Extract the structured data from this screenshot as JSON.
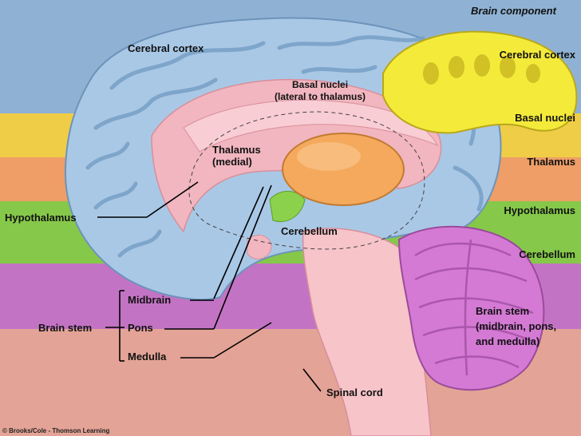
{
  "legend": {
    "title": "Brain component",
    "items": [
      {
        "label": "Cerebral cortex",
        "color": "#8fb2d4"
      },
      {
        "label": "Basal nuclei",
        "color": "#f0cd47"
      },
      {
        "label": "Thalamus",
        "color": "#ee9e66"
      },
      {
        "label": "Hypothalamus",
        "color": "#86c84a"
      },
      {
        "label": "Cerebellum",
        "color": "#c373c4"
      },
      {
        "label": "Brain stem\n(midbrain, pons,\nand medulla)",
        "color": "#e3a396"
      }
    ]
  },
  "labels": {
    "cerebral_cortex": "Cerebral cortex",
    "basal_nuclei": "Basal nuclei\n(lateral to thalamus)",
    "thalamus": "Thalamus\n(medial)",
    "hypothalamus": "Hypothalamus",
    "cerebellum": "Cerebellum",
    "brain_stem": "Brain stem",
    "midbrain": "Midbrain",
    "pons": "Pons",
    "medulla": "Medulla",
    "spinal_cord": "Spinal cord"
  },
  "copyright": "© Brooks/Cole - Thomson Learning"
}
